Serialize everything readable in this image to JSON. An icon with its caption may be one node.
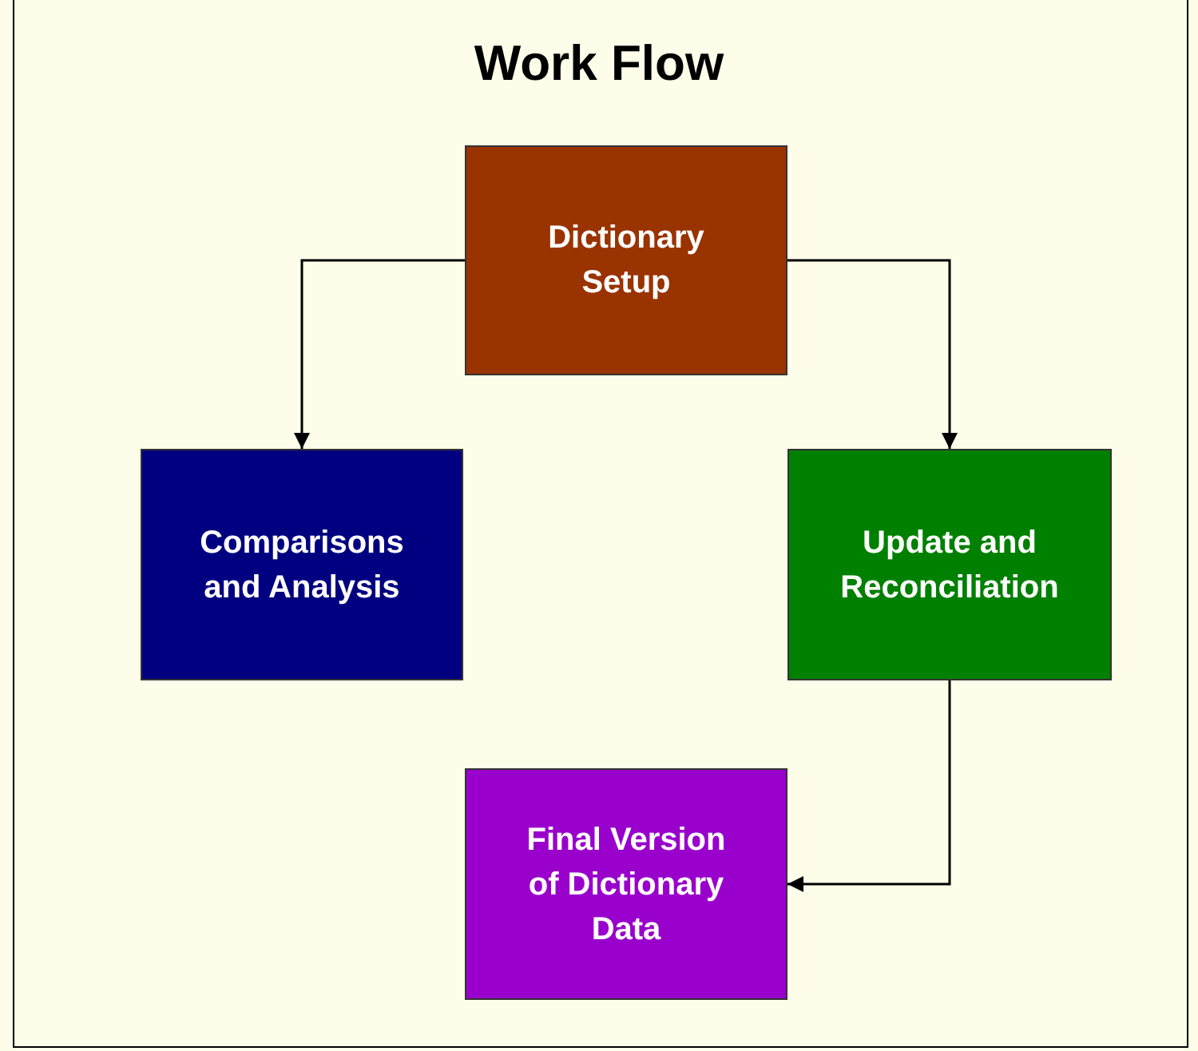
{
  "diagram": {
    "title": "Work Flow",
    "nodes": [
      {
        "text": [
          "Dictionary Setup"
        ]
      },
      {
        "text": [
          "Comparisons and Analysis"
        ]
      },
      {
        "text": [
          "Update and Reconciliation"
        ]
      },
      {
        "text": [
          "Final Version of Dictionary Data"
        ]
      }
    ],
    "edges": [
      {
        "from": 0,
        "to": 1,
        "arrow": "to"
      },
      {
        "from": 0,
        "to": 2,
        "arrow": "to"
      },
      {
        "from": 2,
        "to": 3,
        "arrow": "to"
      }
    ]
  }
}
